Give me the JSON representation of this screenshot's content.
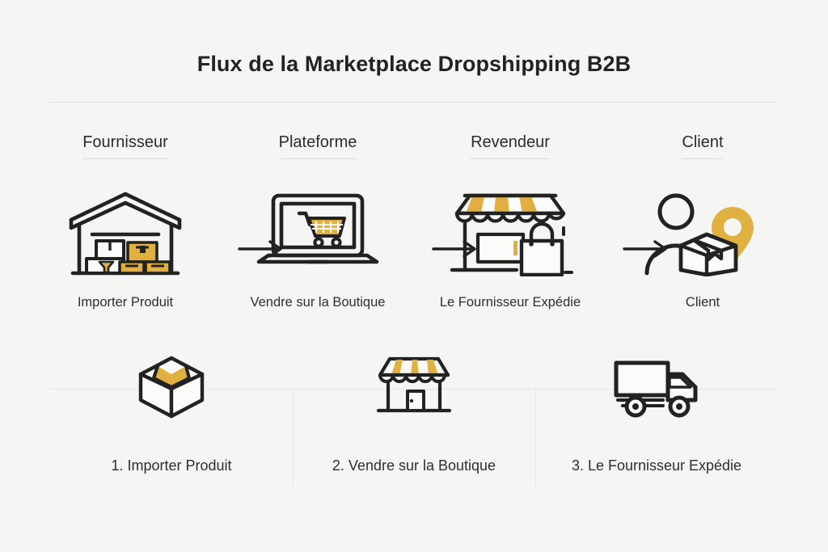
{
  "header": {
    "title": "Flux de la Marketplace Dropshipping B2B"
  },
  "colors": {
    "background": "#f5f5f4",
    "ink": "#232323",
    "text": "#2b2b2b",
    "accent_gold": "#e0b040",
    "rule": "#e3e3e1"
  },
  "flow": {
    "stages": [
      {
        "header": "Fournisseur",
        "caption": "Importer Produit",
        "icon": "warehouse-icon"
      },
      {
        "header": "Plateforme",
        "caption": "Vendre sur la Boutique",
        "icon": "laptop-cart-icon"
      },
      {
        "header": "Revendeur",
        "caption": "Le Fournisseur Expédie",
        "icon": "storefront-bag-icon"
      },
      {
        "header": "Client",
        "caption": "Client",
        "icon": "customer-parcel-pin-icon"
      }
    ],
    "arrows": [
      "arrow-right-icon",
      "arrow-right-icon",
      "arrow-right-icon"
    ]
  },
  "steps": [
    {
      "label": "1. Importer Produit",
      "icon": "open-box-icon"
    },
    {
      "label": "2. Vendre sur la Boutique",
      "icon": "shop-icon"
    },
    {
      "label": "3. Le Fournisseur Expédie",
      "icon": "delivery-truck-icon"
    }
  ]
}
